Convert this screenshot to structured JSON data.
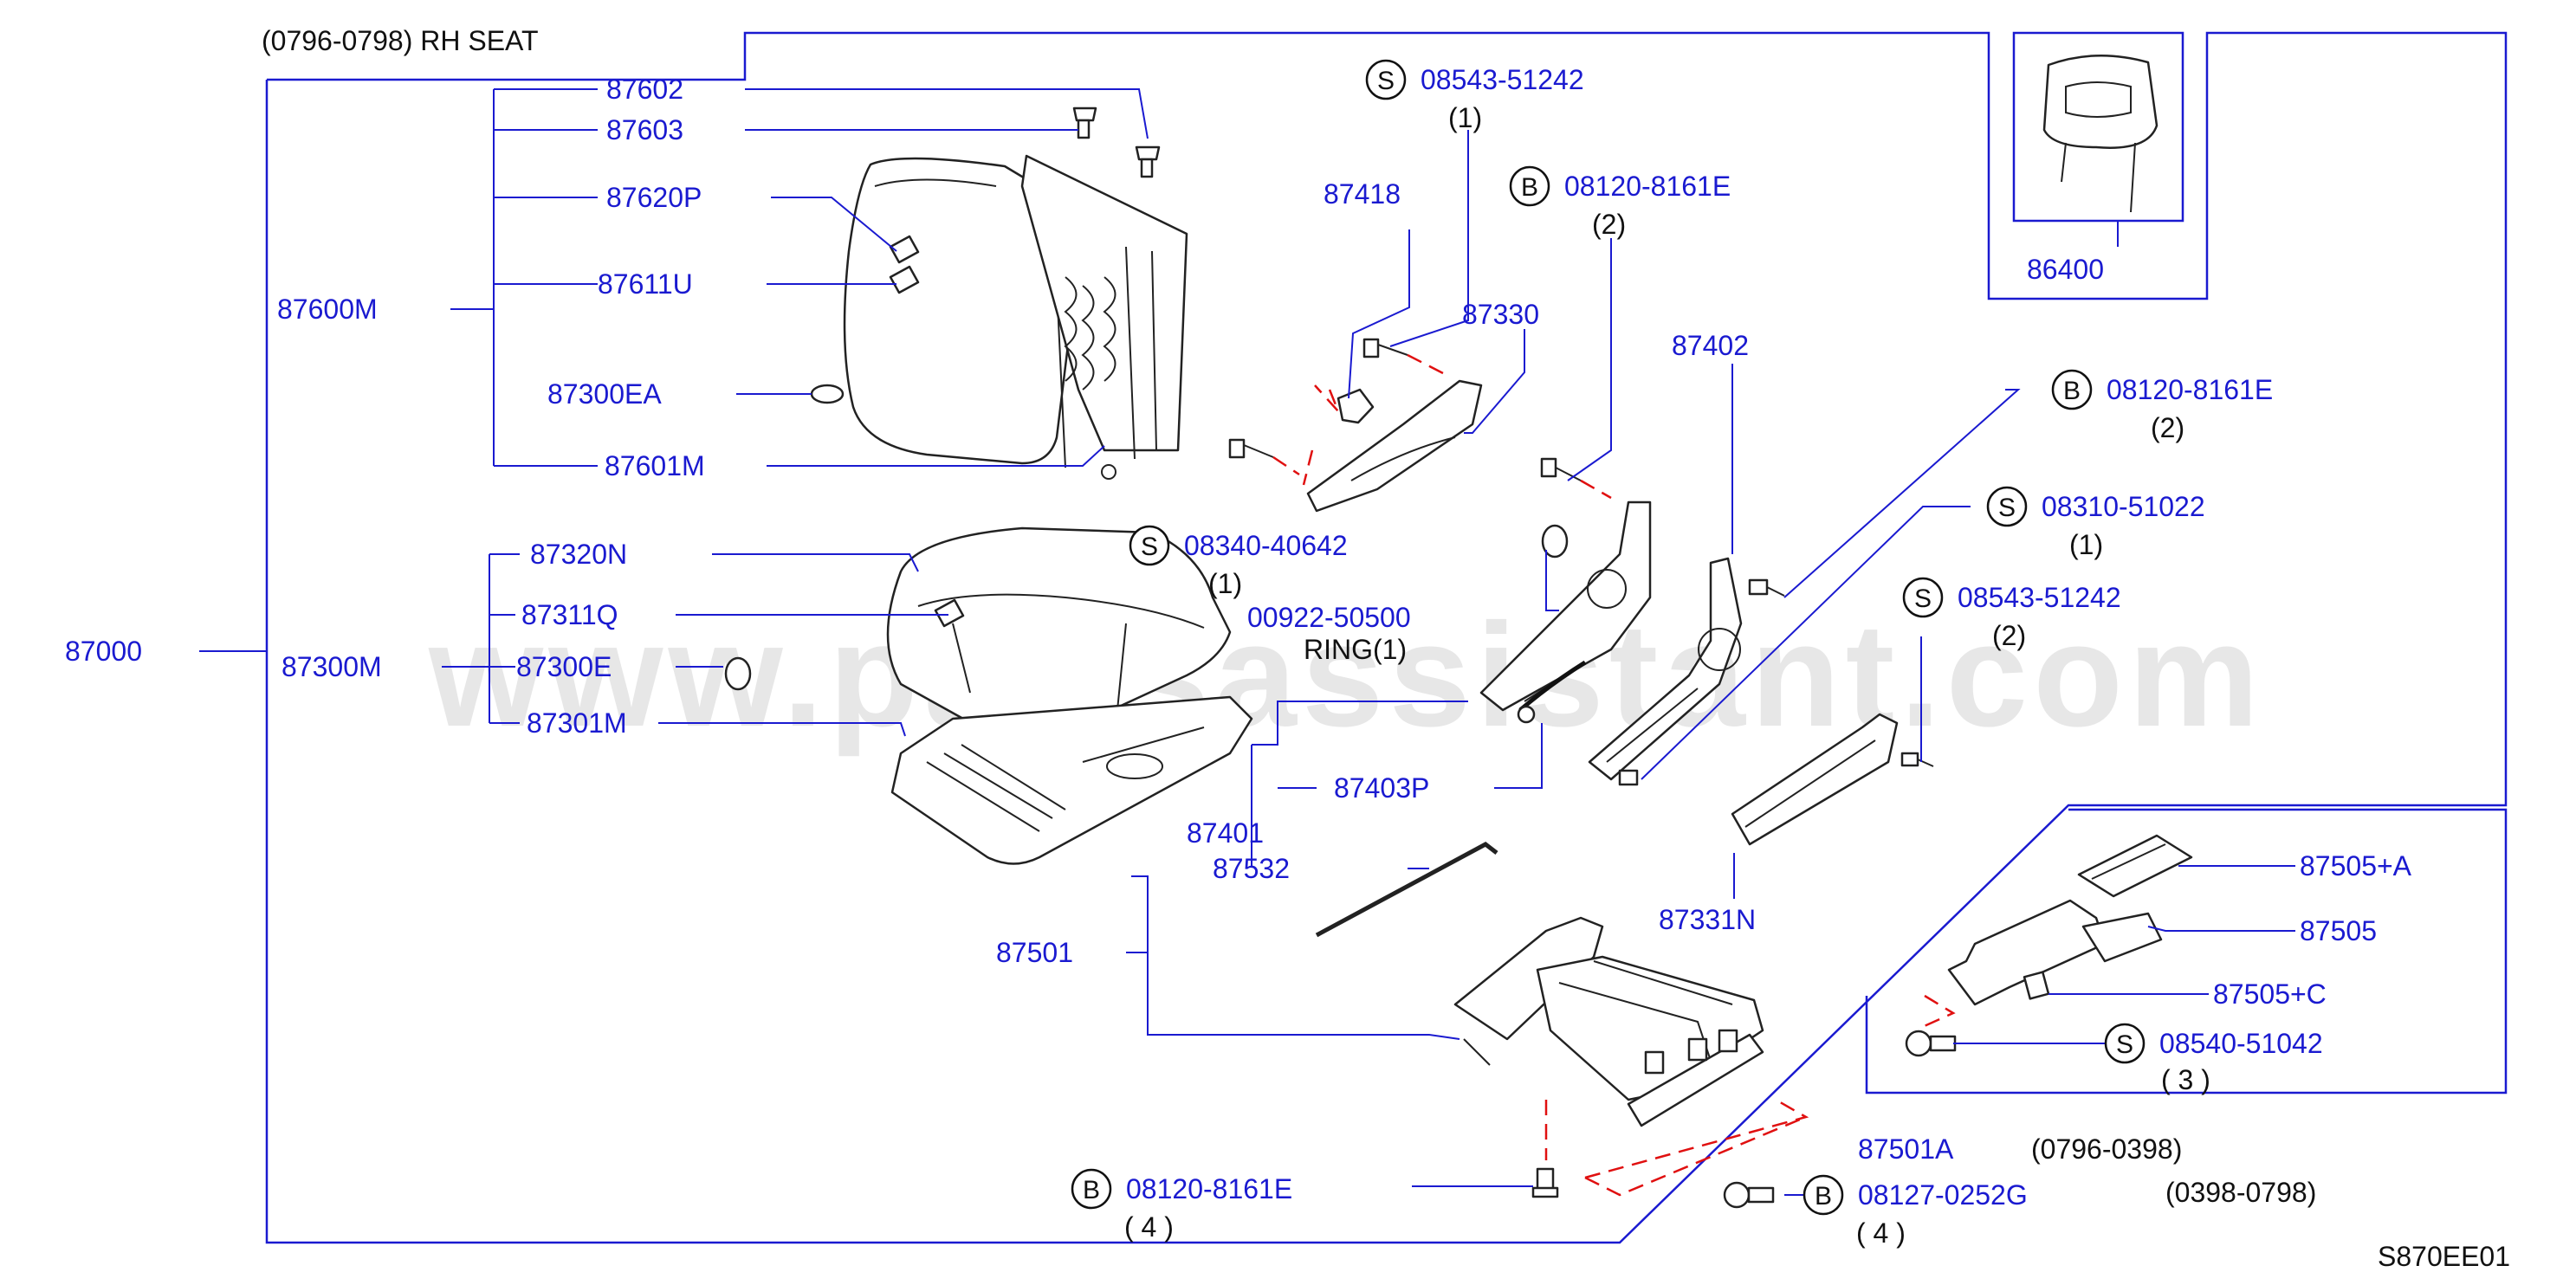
{
  "header": {
    "title": "(0796-0798)   RH   SEAT"
  },
  "footer": {
    "code": "S870EE01"
  },
  "watermark": "www.partsassistant.com",
  "labels": {
    "l87602": "87602",
    "l87603": "87603",
    "l87620P": "87620P",
    "l87611U": "87611U",
    "l87600M": "87600M",
    "l87300EA": "87300EA",
    "l87601M": "87601M",
    "l87320N": "87320N",
    "l87311Q": "87311Q",
    "l87000": "87000",
    "l87300M": "87300M",
    "l87300E": "87300E",
    "l87301M": "87301M",
    "l87418": "87418",
    "l87330": "87330",
    "l87402": "87402",
    "l86400": "86400",
    "l87403P": "87403P",
    "l87401": "87401",
    "l87532": "87532",
    "l87501": "87501",
    "l87331N": "87331N",
    "l87505A": "87505+A",
    "l87505": "87505",
    "l87505C": "87505+C",
    "l87501A": "87501A",
    "l00922": "00922-50500"
  },
  "callouts": {
    "s08543a": {
      "marker": "S",
      "part": "08543-51242",
      "qty": "(1)"
    },
    "b08120a": {
      "marker": "B",
      "part": "08120-8161E",
      "qty": "(2)"
    },
    "b08120b": {
      "marker": "B",
      "part": "08120-8161E",
      "qty": "(2)"
    },
    "s08310": {
      "marker": "S",
      "part": "08310-51022",
      "qty": "(1)"
    },
    "s08543b": {
      "marker": "S",
      "part": "08543-51242",
      "qty": "(2)"
    },
    "s08340": {
      "marker": "S",
      "part": "08340-40642",
      "qty": "(1)"
    },
    "s08540": {
      "marker": "S",
      "part": "08540-51042",
      "qty": "(   3   )"
    },
    "b08120c": {
      "marker": "B",
      "part": "08120-8161E",
      "qty": "(   4   )"
    },
    "b08127": {
      "marker": "B",
      "part": "08127-0252G",
      "qty": "(   4   )"
    }
  },
  "notes": {
    "ring": "RING(1)",
    "date87501A": "(0796-0398)",
    "date08127": "(0398-0798)"
  }
}
